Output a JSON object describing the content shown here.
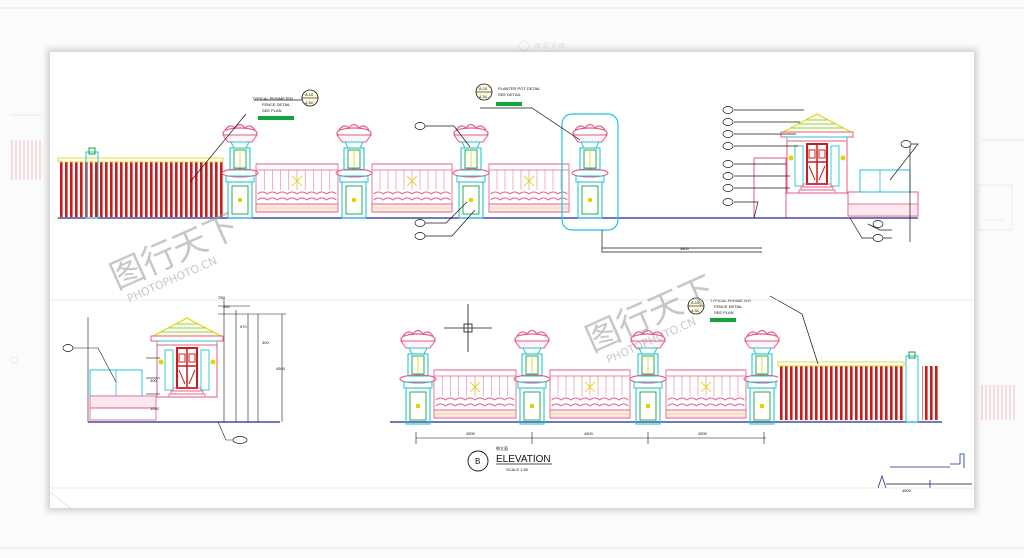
{
  "background_tag": "图 纸 详 图",
  "elevation_title": "ELEVATION",
  "elevation_marker": "B",
  "elevation_scale": "SCALE 1:50",
  "elevation_sub": "侧立面",
  "callout_typical_fence": [
    "TYPICAL PERIMETER",
    "FENCE DETAIL",
    "SEE PLAN"
  ],
  "callout_planter": [
    "PLANTER POT DETAIL",
    "SEE DETAIL"
  ],
  "callout_fence_lower": [
    "TYPICAL PERIMETER",
    "FENCE DETAIL",
    "SEE PLAN"
  ],
  "section_ref": {
    "top": "A.10",
    "bottom": "4.34"
  },
  "dims_bottom": [
    "4500",
    "4500",
    "4500"
  ],
  "dim_upper_right": "5800",
  "dim_bottom_right": "4500",
  "vertical_dims": [
    "750",
    "450",
    "570",
    "300",
    "4500",
    "300",
    "1050"
  ],
  "watermark_cn": "图行天下",
  "watermark_en": "PHOTOPHOTO.CN",
  "colors": {
    "fence_red": "#cc1b1b",
    "cyan": "#22c6d9",
    "green": "#12a33a",
    "yellow": "#e5d200",
    "pink": "#e55b86",
    "navy": "#1a2b8f"
  }
}
